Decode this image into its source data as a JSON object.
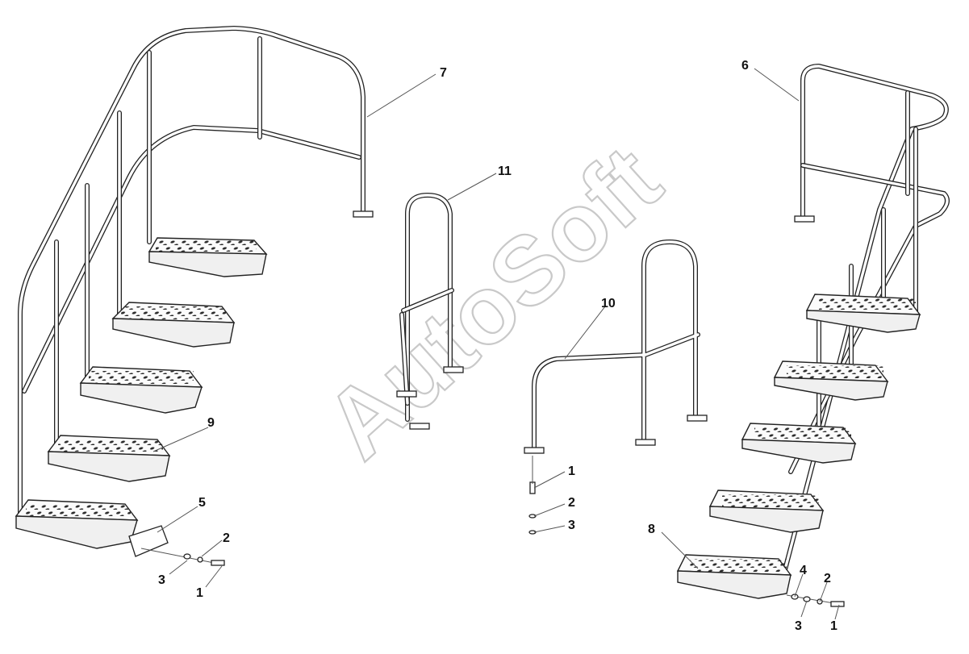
{
  "watermark": {
    "text": "AutoSoft"
  },
  "callouts": [
    {
      "id": "c7",
      "label": "7"
    },
    {
      "id": "c6",
      "label": "6"
    },
    {
      "id": "c11",
      "label": "11"
    },
    {
      "id": "c10",
      "label": "10"
    },
    {
      "id": "c9",
      "label": "9"
    },
    {
      "id": "c5",
      "label": "5"
    },
    {
      "id": "c2a",
      "label": "2"
    },
    {
      "id": "c3a",
      "label": "3"
    },
    {
      "id": "c1a",
      "label": "1"
    },
    {
      "id": "c1b",
      "label": "1"
    },
    {
      "id": "c2b",
      "label": "2"
    },
    {
      "id": "c3b",
      "label": "3"
    },
    {
      "id": "c8",
      "label": "8"
    },
    {
      "id": "c4",
      "label": "4"
    },
    {
      "id": "c2c",
      "label": "2"
    },
    {
      "id": "c3c",
      "label": "3"
    },
    {
      "id": "c1c",
      "label": "1"
    }
  ]
}
